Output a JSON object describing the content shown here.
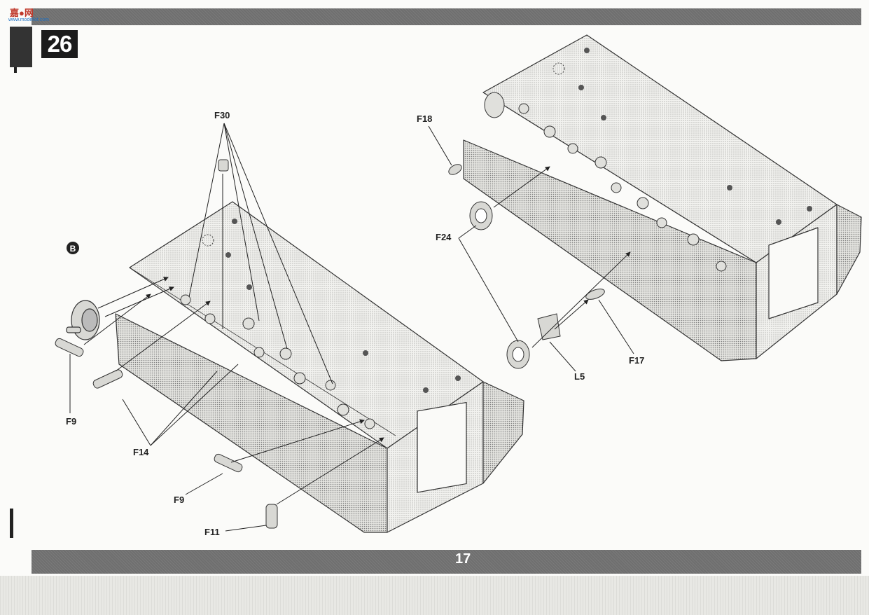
{
  "header": {
    "watermark": "嘉●网",
    "watermark_sub": "www.modelkit.com",
    "step_number": "26"
  },
  "footer": {
    "page_number": "17"
  },
  "left_assembly": {
    "callout_marker": "B",
    "labels": {
      "f30": "F30",
      "f9_top": "F9",
      "f14": "F14",
      "f9_bottom": "F9",
      "f11": "F11"
    }
  },
  "right_assembly": {
    "labels": {
      "f18": "F18",
      "f24": "F24",
      "l5": "L5",
      "f17": "F17"
    }
  }
}
